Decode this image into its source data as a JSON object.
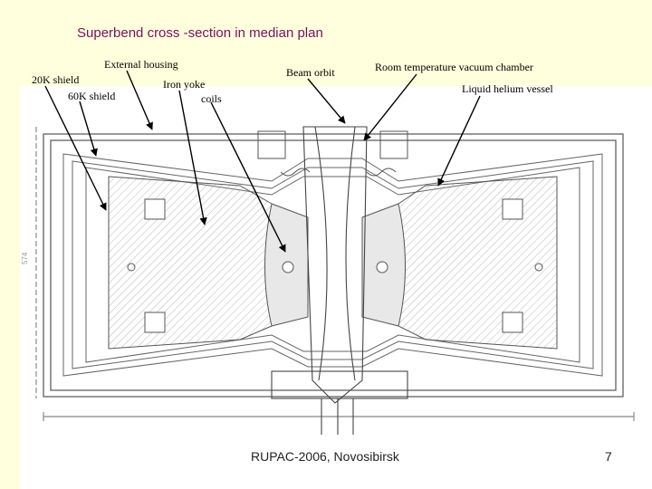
{
  "slide": {
    "title": "Superbend cross -section in median plan",
    "footer": "RUPAC-2006, Novosibirsk",
    "page_number": "7"
  },
  "labels": {
    "external_housing": "External housing",
    "k20_shield": "20K shield",
    "k60_shield": "60K shield",
    "iron_yoke": "Iron yoke",
    "coils": "coils",
    "beam_orbit": "Beam orbit",
    "room_temp_chamber": "Room temperature vacuum chamber",
    "liquid_helium_vessel": "Liquid helium vessel"
  },
  "drawing": {
    "dimension_text": "574",
    "colors": {
      "background": "#ffffdd",
      "title": "#7a1060",
      "line": "#555555",
      "arrow": "#000000"
    }
  }
}
